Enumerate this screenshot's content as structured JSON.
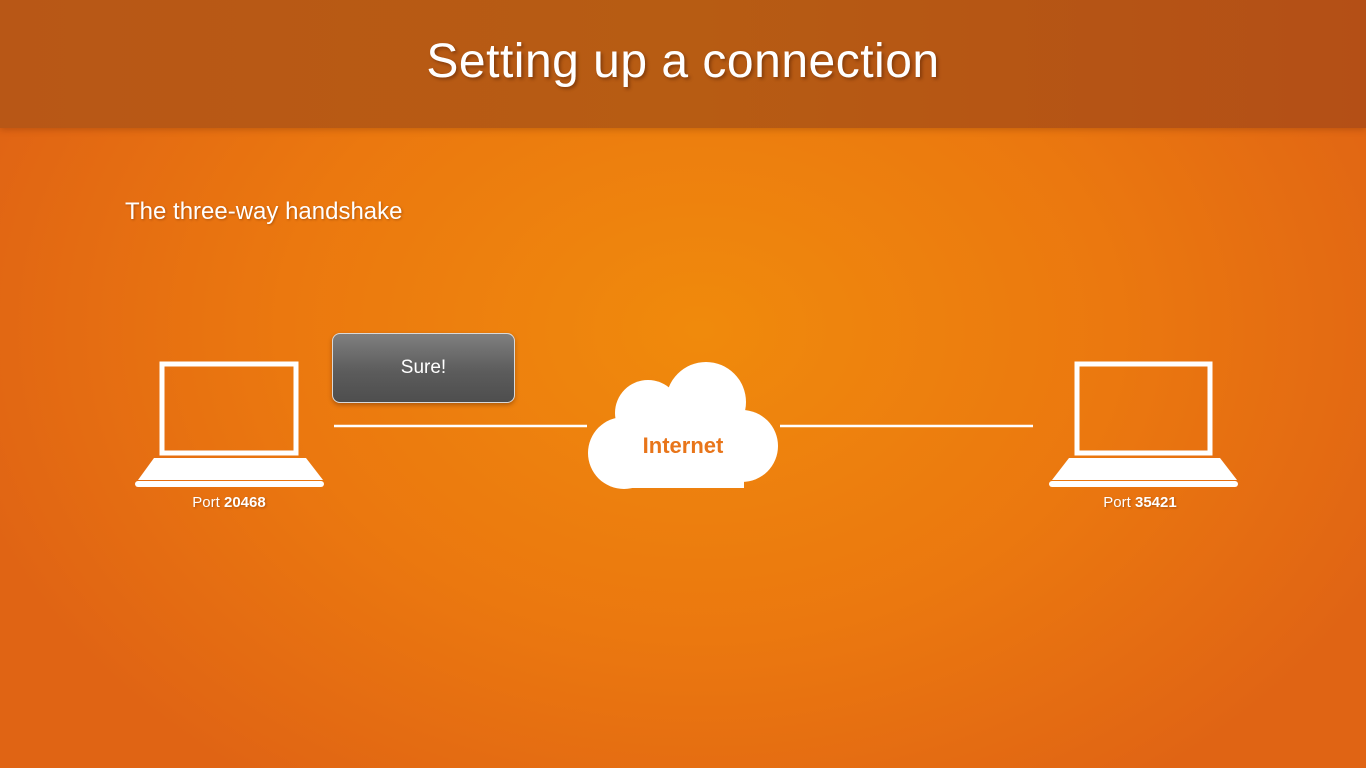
{
  "slide": {
    "title": "Setting up a connection",
    "subtitle": "The three-way handshake"
  },
  "diagram": {
    "message": "Sure!",
    "cloud_label": "Internet",
    "left_computer": {
      "port_prefix": "Port ",
      "port_number": "20468"
    },
    "right_computer": {
      "port_prefix": "Port ",
      "port_number": "35421"
    }
  },
  "colors": {
    "background": "#eb7a10",
    "title_bar": "#b75c13",
    "cloud_text": "#e8751a",
    "message_box": "#666666"
  },
  "icons": [
    "laptop-icon",
    "cloud-icon"
  ]
}
